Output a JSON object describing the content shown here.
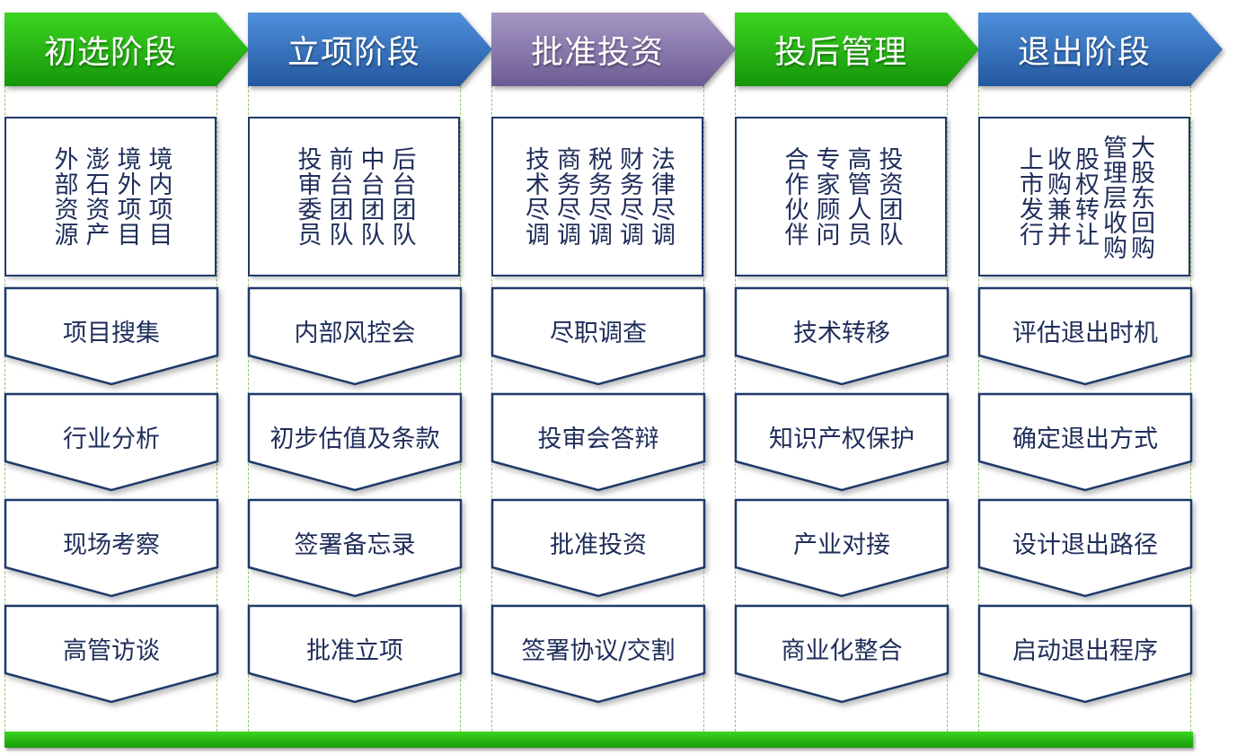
{
  "colors": {
    "green_light": "#3cd520",
    "green_dark": "#15960a",
    "blue_light": "#4f8fdc",
    "blue_dark": "#23589f",
    "purple_light": "#a597c4",
    "purple_dark": "#6c5b93",
    "box_border": "#1f3a6b",
    "text": "#1f2d5a",
    "guide": "#8fc66f"
  },
  "stages": [
    {
      "title": "初选阶段",
      "color": "green",
      "sources": [
        "外部资源",
        "澎石资产",
        "境外项目",
        "境内项目"
      ],
      "steps": [
        "项目搜集",
        "行业分析",
        "现场考察",
        "高管访谈"
      ]
    },
    {
      "title": "立项阶段",
      "color": "blue",
      "sources": [
        "投审委员",
        "前台团队",
        "中台团队",
        "后台团队"
      ],
      "steps": [
        "内部风控会",
        "初步估值及条款",
        "签署备忘录",
        "批准立项"
      ]
    },
    {
      "title": "批准投资",
      "color": "purple",
      "sources": [
        "技术尽调",
        "商务尽调",
        "税务尽调",
        "财务尽调",
        "法律尽调"
      ],
      "steps": [
        "尽职调查",
        "投审会答辩",
        "批准投资",
        "签署协议/交割"
      ]
    },
    {
      "title": "投后管理",
      "color": "green",
      "sources": [
        "合作伙伴",
        "专家顾问",
        "高管人员",
        "投资团队"
      ],
      "steps": [
        "技术转移",
        "知识产权保护",
        "产业对接",
        "商业化整合"
      ]
    },
    {
      "title": "退出阶段",
      "color": "blue",
      "sources": [
        "上市发行",
        "收购兼并",
        "股权转让",
        "管理层收购",
        "大股东回购"
      ],
      "steps": [
        "评估退出时机",
        "确定退出方式",
        "设计退出路径",
        "启动退出程序"
      ]
    }
  ]
}
